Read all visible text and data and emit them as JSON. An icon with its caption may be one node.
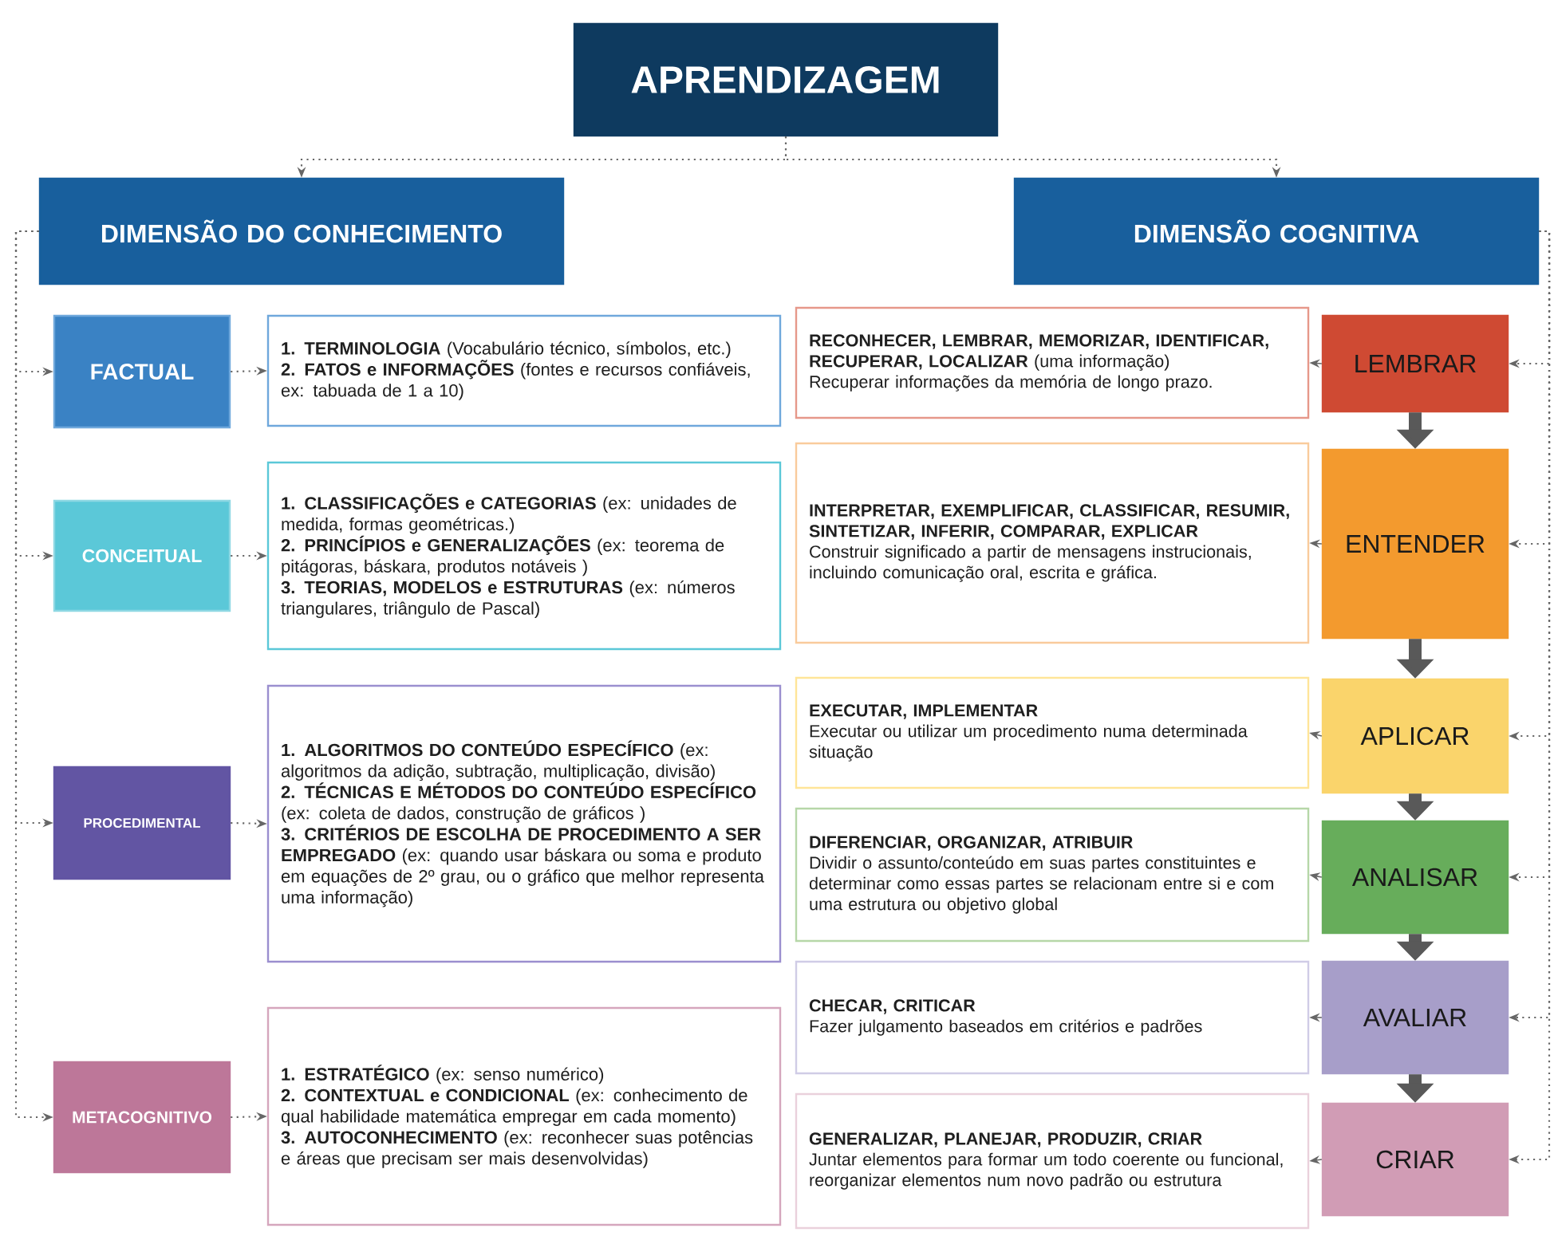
{
  "diagram": {
    "nodes": [
      {
        "text": [
          "APRENDIZAGEM"
        ]
      },
      {
        "text": [
          "DIMENSÃO DO CONHECIMENTO"
        ]
      },
      {
        "text": [
          "DIMENSÃO COGNITIVA"
        ]
      },
      {
        "text": [
          "FACTUAL"
        ]
      },
      {
        "text": [
          "**1. TERMINOLOGIA** (Vocabulário técnico, símbolos, etc.)",
          "**2. FATOS e INFORMAÇÕES** (fontes e recursos confiáveis, ex: tabuada de 1 a 10)"
        ]
      },
      {
        "text": [
          "CONCEITUAL"
        ]
      },
      {
        "text": [
          "**1. CLASSIFICAÇÕES e CATEGORIAS** (ex: unidades de medida, formas geométricas.)",
          "**2. PRINCÍPIOS e GENERALIZAÇÕES** (ex: teorema de pitágoras, báskara, produtos notáveis )",
          "**3. TEORIAS, MODELOS e ESTRUTURAS** (ex: números triangulares, triângulo de Pascal)"
        ]
      },
      {
        "text": [
          "PROCEDIMENTAL"
        ]
      },
      {
        "text": [
          "**1. ALGORITMOS DO CONTEÚDO ESPECÍFICO** (ex: algoritmos da adição, subtração, multiplicação, divisão)",
          "**2. TÉCNICAS E MÉTODOS DO CONTEÚDO ESPECÍFICO** (ex: coleta de dados, construção de gráficos )",
          "**3. CRITÉRIOS DE ESCOLHA DE PROCEDIMENTO A SER EMPREGADO** (ex: quando usar báskara ou soma e produto em equações de 2º grau, ou o gráfico que melhor representa uma informação)"
        ]
      },
      {
        "text": [
          "METACOGNITIVO"
        ]
      },
      {
        "text": [
          "**1. ESTRATÉGICO** (ex: senso numérico)",
          "**2. CONTEXTUAL e CONDICIONAL** (ex: conhecimento de qual habilidade matemática empregar em cada momento)",
          "**3. AUTOCONHECIMENTO** (ex: reconhecer suas potências e áreas que precisam ser mais desenvolvidas)"
        ]
      },
      {
        "text": [
          "LEMBRAR"
        ]
      },
      {
        "text": [
          "**RECONHECER, LEMBRAR, MEMORIZAR, IDENTIFICAR, RECUPERAR, LOCALIZAR** (uma informação)",
          "Recuperar informações da memória de longo prazo."
        ]
      },
      {
        "text": [
          "ENTENDER"
        ]
      },
      {
        "text": [
          "**INTERPRETAR, EXEMPLIFICAR, CLASSIFICAR, RESUMIR, SINTETIZAR, INFERIR, COMPARAR, EXPLICAR**",
          "Construir significado a partir de mensagens instrucionais, incluindo comunicação oral, escrita e gráfica."
        ]
      },
      {
        "text": [
          "APLICAR"
        ]
      },
      {
        "text": [
          "**EXECUTAR, IMPLEMENTAR**",
          "Executar ou utilizar um procedimento numa determinada situação"
        ]
      },
      {
        "text": [
          "ANALISAR"
        ]
      },
      {
        "text": [
          "**DIFERENCIAR, ORGANIZAR, ATRIBUIR**",
          "Dividir o assunto/conteúdo em suas partes constituintes e determinar como essas partes se relacionam entre si e com uma estrutura ou objetivo global"
        ]
      },
      {
        "text": [
          "AVALIAR"
        ]
      },
      {
        "text": [
          "**CHECAR, CRITICAR**",
          "Fazer julgamento baseados em critérios e padrões"
        ]
      },
      {
        "text": [
          "CRIAR"
        ]
      },
      {
        "text": [
          "**GENERALIZAR, PLANEJAR, PRODUZIR, CRIAR**",
          "Juntar elementos para formar um todo coerente ou funcional, reorganizar elementos num novo padrão ou estrutura"
        ]
      }
    ],
    "edges": [
      {
        "from": 0,
        "to": 1,
        "arrow": "to",
        "style": "dashed"
      },
      {
        "from": 0,
        "to": 2,
        "arrow": "to",
        "style": "dashed"
      },
      {
        "from": 1,
        "to": 3,
        "arrow": "to",
        "style": "dashed"
      },
      {
        "from": 1,
        "to": 5,
        "arrow": "to",
        "style": "dashed"
      },
      {
        "from": 1,
        "to": 7,
        "arrow": "to",
        "style": "dashed"
      },
      {
        "from": 1,
        "to": 9,
        "arrow": "to",
        "style": "dashed"
      },
      {
        "from": 3,
        "to": 4,
        "arrow": "to",
        "style": "dashed"
      },
      {
        "from": 5,
        "to": 6,
        "arrow": "to",
        "style": "dashed"
      },
      {
        "from": 7,
        "to": 8,
        "arrow": "to",
        "style": "dashed"
      },
      {
        "from": 9,
        "to": 10,
        "arrow": "to",
        "style": "dashed"
      },
      {
        "from": 2,
        "to": 11,
        "arrow": "to",
        "style": "dashed"
      },
      {
        "from": 2,
        "to": 13,
        "arrow": "to",
        "style": "dashed"
      },
      {
        "from": 2,
        "to": 15,
        "arrow": "to",
        "style": "dashed"
      },
      {
        "from": 2,
        "to": 17,
        "arrow": "to",
        "style": "dashed"
      },
      {
        "from": 2,
        "to": 19,
        "arrow": "to",
        "style": "dashed"
      },
      {
        "from": 2,
        "to": 21,
        "arrow": "to",
        "style": "dashed"
      },
      {
        "from": 11,
        "to": 12,
        "arrow": "to"
      },
      {
        "from": 13,
        "to": 14,
        "arrow": "to"
      },
      {
        "from": 15,
        "to": 16,
        "arrow": "to"
      },
      {
        "from": 17,
        "to": 18,
        "arrow": "to"
      },
      {
        "from": 19,
        "to": 20,
        "arrow": "to"
      },
      {
        "from": 21,
        "to": 22,
        "arrow": "to"
      },
      {
        "from": 11,
        "to": 13,
        "arrow": "to",
        "style": "thick"
      },
      {
        "from": 13,
        "to": 15,
        "arrow": "to",
        "style": "thick"
      },
      {
        "from": 15,
        "to": 17,
        "arrow": "to",
        "style": "thick"
      },
      {
        "from": 17,
        "to": 19,
        "arrow": "to",
        "style": "thick"
      },
      {
        "from": 19,
        "to": 21,
        "arrow": "to",
        "style": "thick"
      }
    ]
  }
}
